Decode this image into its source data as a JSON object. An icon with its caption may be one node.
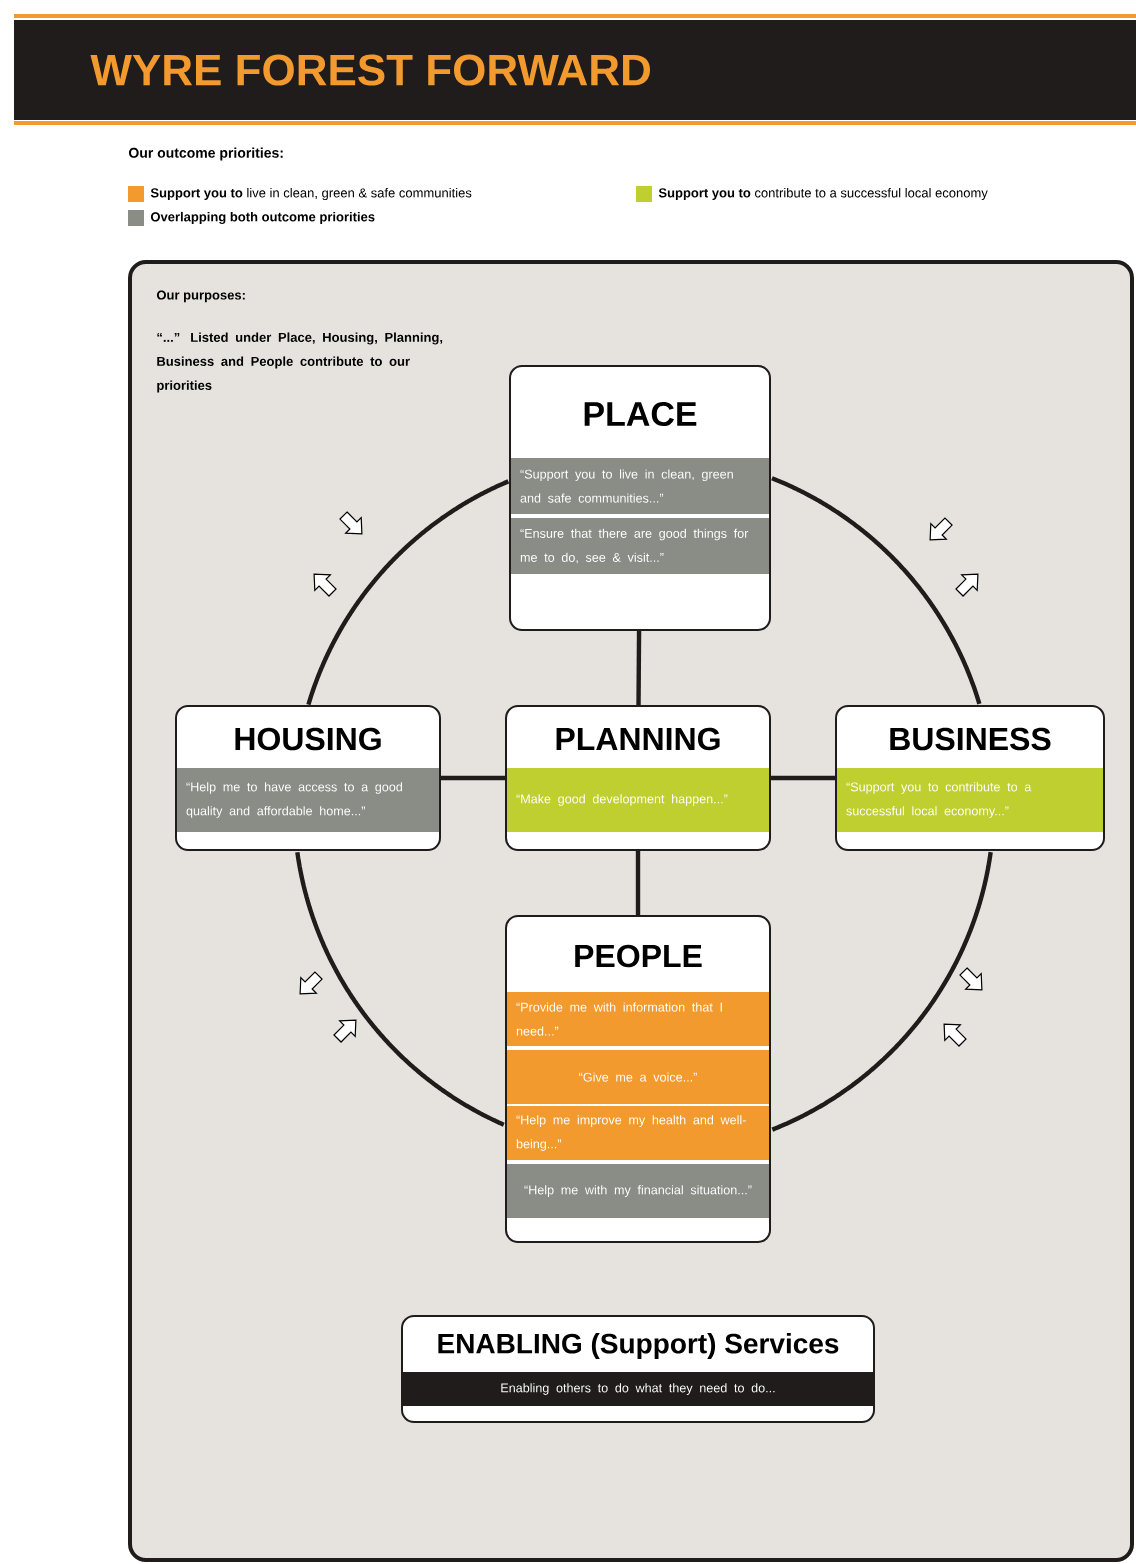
{
  "diagram": {
    "title": "WYRE FOREST FORWARD",
    "nodes": [
      {
        "text": [
          "Our purposes:",
          "“...” Listed under Place, Housing, Planning, Business and People contribute to our priorities"
        ]
      },
      {
        "text": [
          "PLACE",
          "“Support you to live in clean, green and safe communities...”",
          "“Ensure that there are good things for me to do, see & visit...”"
        ],
        "in": 0
      },
      {
        "text": [
          "HOUSING",
          "“Help me to have access to a good quality and affordable home...”"
        ],
        "in": 0
      },
      {
        "text": [
          "PLANNING",
          "“Make good development happen...”"
        ],
        "in": 0
      },
      {
        "text": [
          "BUSINESS",
          "“Support you to contribute to a successful local economy...”"
        ],
        "in": 0
      },
      {
        "text": [
          "PEOPLE",
          "“Provide me with information that I need...”",
          "“Give me a voice...”",
          "“Help me improve my health and well-being...”",
          "“Help me with my financial situation...”"
        ],
        "in": 0
      },
      {
        "text": [
          "ENABLING (Support) Services",
          "Enabling others to do what they need to do..."
        ],
        "in": 0
      }
    ],
    "edges": [
      {
        "from": 1,
        "to": 3,
        "arrow": "none"
      },
      {
        "from": 2,
        "to": 3,
        "arrow": "none"
      },
      {
        "from": 3,
        "to": 4,
        "arrow": "none"
      },
      {
        "from": 3,
        "to": 5,
        "arrow": "none"
      },
      {
        "from": 1,
        "to": 2,
        "arrow": "none"
      },
      {
        "from": 1,
        "to": 4,
        "arrow": "none"
      },
      {
        "from": 2,
        "to": 5,
        "arrow": "none"
      },
      {
        "from": 4,
        "to": 5,
        "arrow": "none"
      }
    ],
    "labels": [
      "Our outcome priorities:"
    ],
    "legend": [
      {
        "text": "**Support you to** live in clean, green & safe communities",
        "color": "#f39a2e"
      },
      {
        "text": "**Support you to** contribute to a successful local economy",
        "color": "#bfcf2f"
      },
      {
        "text": "Overlapping both outcome priorities",
        "color": "#8a8c86"
      }
    ]
  }
}
